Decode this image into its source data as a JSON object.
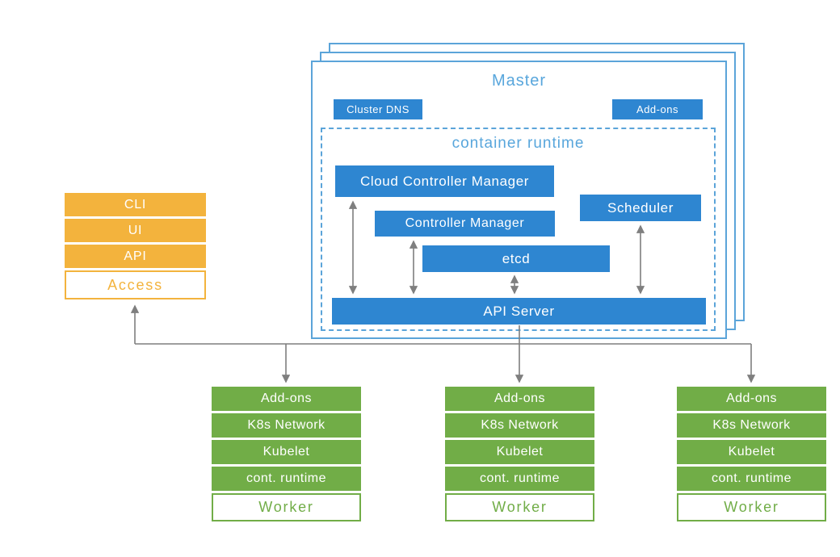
{
  "master": {
    "title": "Master",
    "cluster_dns": "Cluster DNS",
    "addons": "Add-ons",
    "container_runtime_title": "container runtime",
    "components": {
      "cloud_controller_manager": "Cloud Controller Manager",
      "controller_manager": "Controller Manager",
      "scheduler": "Scheduler",
      "etcd": "etcd",
      "api_server": "API Server"
    }
  },
  "access": {
    "items": [
      "CLI",
      "UI",
      "API"
    ],
    "label": "Access"
  },
  "workers": [
    {
      "layers": [
        "Add-ons",
        "K8s Network",
        "Kubelet",
        "cont. runtime"
      ],
      "label": "Worker"
    },
    {
      "layers": [
        "Add-ons",
        "K8s Network",
        "Kubelet",
        "cont. runtime"
      ],
      "label": "Worker"
    },
    {
      "layers": [
        "Add-ons",
        "K8s Network",
        "Kubelet",
        "cont. runtime"
      ],
      "label": "Worker"
    }
  ],
  "colors": {
    "component_blue": "#2e86d1",
    "outline_blue": "#5ba4d9",
    "worker_green": "#71ad47",
    "access_orange": "#f3b33d",
    "connector_gray": "#7f7f7f"
  }
}
